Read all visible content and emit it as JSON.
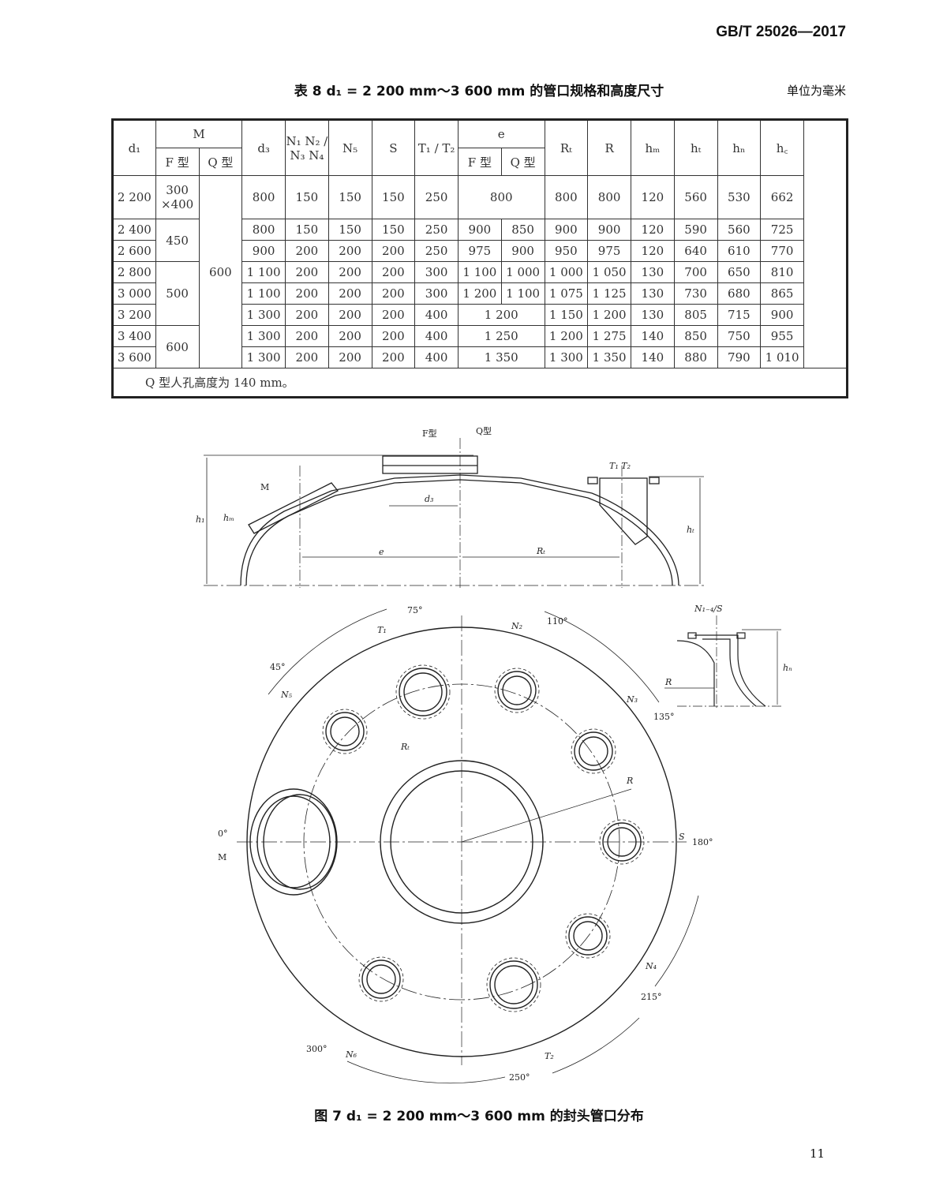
{
  "header": {
    "standard": "GB/T 25026—2017"
  },
  "table": {
    "title": "表 8   d₁ = 2 200 mm～3 600 mm 的管口规格和高度尺寸",
    "unit": "单位为毫米",
    "header_row1": [
      {
        "v": "d₁",
        "rs": 2
      },
      {
        "v": "M",
        "cs": 2
      },
      {
        "v": "d₃",
        "rs": 2
      },
      {
        "v": "N₁ N₂ / N₃ N₄",
        "rs": 2
      },
      {
        "v": "N₅",
        "rs": 2
      },
      {
        "v": "S",
        "rs": 2
      },
      {
        "v": "T₁ / T₂",
        "rs": 2
      },
      {
        "v": "e",
        "cs": 2
      },
      {
        "v": "Rₜ",
        "rs": 2
      },
      {
        "v": "R",
        "rs": 2
      },
      {
        "v": "hₘ",
        "rs": 2
      },
      {
        "v": "hₜ",
        "rs": 2
      },
      {
        "v": "hₙ",
        "rs": 2
      },
      {
        "v": "h꜀",
        "rs": 2
      }
    ],
    "header_row2": [
      {
        "v": "F 型"
      },
      {
        "v": "Q 型"
      },
      {
        "v": "F 型"
      },
      {
        "v": "Q 型"
      }
    ],
    "rows": [
      [
        {
          "v": "2 200"
        },
        {
          "v": "300 ×400"
        },
        {
          "v": "600",
          "rs": 8
        },
        {
          "v": "800"
        },
        {
          "v": "150"
        },
        {
          "v": "150"
        },
        {
          "v": "150"
        },
        {
          "v": "250"
        },
        {
          "v": "800",
          "cs": 2
        },
        {
          "v": "800"
        },
        {
          "v": "800"
        },
        {
          "v": "120"
        },
        {
          "v": "560"
        },
        {
          "v": "530"
        },
        {
          "v": "662"
        }
      ],
      [
        {
          "v": "2 400"
        },
        {
          "v": "450",
          "rs": 2
        },
        {
          "v": "800"
        },
        {
          "v": "150"
        },
        {
          "v": "150"
        },
        {
          "v": "150"
        },
        {
          "v": "250"
        },
        {
          "v": "900"
        },
        {
          "v": "850"
        },
        {
          "v": "900"
        },
        {
          "v": "900"
        },
        {
          "v": "120"
        },
        {
          "v": "590"
        },
        {
          "v": "560"
        },
        {
          "v": "725"
        }
      ],
      [
        {
          "v": "2 600"
        },
        {
          "v": "900"
        },
        {
          "v": "200"
        },
        {
          "v": "200"
        },
        {
          "v": "200"
        },
        {
          "v": "250"
        },
        {
          "v": "975"
        },
        {
          "v": "900"
        },
        {
          "v": "950"
        },
        {
          "v": "975"
        },
        {
          "v": "120"
        },
        {
          "v": "640"
        },
        {
          "v": "610"
        },
        {
          "v": "770"
        }
      ],
      [
        {
          "v": "2 800"
        },
        {
          "v": "500",
          "rs": 3
        },
        {
          "v": "1 100"
        },
        {
          "v": "200"
        },
        {
          "v": "200"
        },
        {
          "v": "200"
        },
        {
          "v": "300"
        },
        {
          "v": "1 100"
        },
        {
          "v": "1 000"
        },
        {
          "v": "1 000"
        },
        {
          "v": "1 050"
        },
        {
          "v": "130"
        },
        {
          "v": "700"
        },
        {
          "v": "650"
        },
        {
          "v": "810"
        }
      ],
      [
        {
          "v": "3 000"
        },
        {
          "v": "1 100"
        },
        {
          "v": "200"
        },
        {
          "v": "200"
        },
        {
          "v": "200"
        },
        {
          "v": "300"
        },
        {
          "v": "1 200"
        },
        {
          "v": "1 100"
        },
        {
          "v": "1 075"
        },
        {
          "v": "1 125"
        },
        {
          "v": "130"
        },
        {
          "v": "730"
        },
        {
          "v": "680"
        },
        {
          "v": "865"
        }
      ],
      [
        {
          "v": "3 200"
        },
        {
          "v": "1 300"
        },
        {
          "v": "200"
        },
        {
          "v": "200"
        },
        {
          "v": "200"
        },
        {
          "v": "400"
        },
        {
          "v": "1 200",
          "cs": 2
        },
        {
          "v": "1 150"
        },
        {
          "v": "1 200"
        },
        {
          "v": "130"
        },
        {
          "v": "805"
        },
        {
          "v": "715"
        },
        {
          "v": "900"
        }
      ],
      [
        {
          "v": "3 400"
        },
        {
          "v": "600",
          "rs": 2
        },
        {
          "v": "1 300"
        },
        {
          "v": "200"
        },
        {
          "v": "200"
        },
        {
          "v": "200"
        },
        {
          "v": "400"
        },
        {
          "v": "1 250",
          "cs": 2
        },
        {
          "v": "1 200"
        },
        {
          "v": "1 275"
        },
        {
          "v": "140"
        },
        {
          "v": "850"
        },
        {
          "v": "750"
        },
        {
          "v": "955"
        }
      ],
      [
        {
          "v": "3 600"
        },
        {
          "v": "1 300"
        },
        {
          "v": "200"
        },
        {
          "v": "200"
        },
        {
          "v": "200"
        },
        {
          "v": "400"
        },
        {
          "v": "1 350",
          "cs": 2
        },
        {
          "v": "1 300"
        },
        {
          "v": "1 350"
        },
        {
          "v": "140"
        },
        {
          "v": "880"
        },
        {
          "v": "790"
        },
        {
          "v": "1 010"
        }
      ]
    ],
    "note": "Q 型人孔高度为 140 mm。"
  },
  "drawing": {
    "side": {
      "f_type": "F型",
      "q_type": "Q型",
      "m": "M",
      "d3": "d₃",
      "e": "e",
      "rt": "Rₜ",
      "t1t2": "T₁ T₂",
      "h1": "h₁",
      "ht": "hₜ",
      "hm": "hₘ"
    },
    "plan": {
      "a75": "75°",
      "a110": "110°",
      "a45": "45°",
      "a135": "135°",
      "a0": "0°",
      "m": "M",
      "a180": "180°",
      "a215": "215°",
      "a250": "250°",
      "a300": "300°",
      "t1": "T₁",
      "n2": "N₂",
      "n5": "N₅",
      "n3": "N₃",
      "n4": "N₄",
      "n6": "N₆",
      "t2": "T₂",
      "rt": "Rₜ",
      "r": "R",
      "s": "S"
    },
    "detail": {
      "label": "N₁₋₄/S",
      "r": "R",
      "hn": "hₙ"
    }
  },
  "figure": {
    "caption": "图 7   d₁ = 2 200 mm～3 600 mm 的封头管口分布"
  },
  "page": {
    "number": "11"
  }
}
